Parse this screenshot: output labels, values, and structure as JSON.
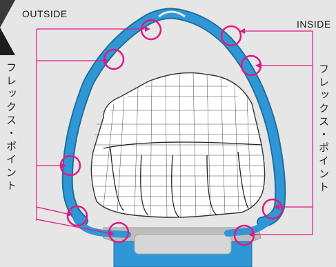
{
  "labels": {
    "outside": "OUTSIDE",
    "inside": "INSIDE",
    "flex_left": "フレックス・ポイント",
    "flex_right": "フレックス・ポイント"
  },
  "colors": {
    "background": "#e6e6e6",
    "shell": "#2f97d6",
    "shell_edge": "#1e6f9f",
    "marker": "#e0197f",
    "hand_fill": "#ffffff",
    "hand_line": "#333333",
    "base": "#c8c8c8"
  },
  "icons": {
    "flex_marker": "magenta-circle-icon",
    "corner": "dark-corner-icon"
  }
}
